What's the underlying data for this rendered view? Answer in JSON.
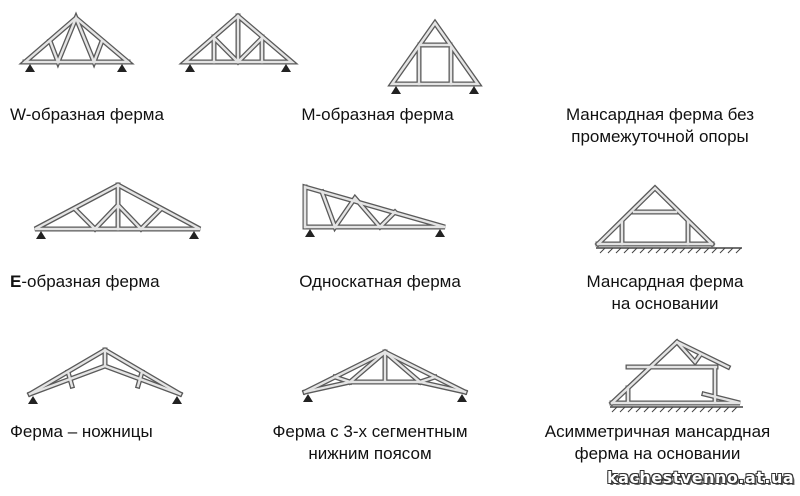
{
  "trusses": [
    {
      "id": "w",
      "label": [
        "W-образная ферма"
      ]
    },
    {
      "id": "m",
      "label": [
        "М-образная ферма"
      ]
    },
    {
      "id": "mansard-no-support",
      "label": [
        "Мансардная ферма без",
        "промежуточной опоры"
      ]
    },
    {
      "id": "e",
      "label_bold": "Е",
      "label": [
        "-образная ферма"
      ]
    },
    {
      "id": "mono",
      "label": [
        "Односкатная ферма"
      ]
    },
    {
      "id": "mansard-base",
      "label": [
        "Мансардная ферма",
        "на основании"
      ]
    },
    {
      "id": "scissors",
      "label": [
        "Ферма – ножницы"
      ]
    },
    {
      "id": "three-segment",
      "label": [
        "Ферма с 3-х сегментным",
        "нижним поясом"
      ]
    },
    {
      "id": "asym-mansard",
      "label": [
        "Асимметричная мансардная",
        "ферма на основании"
      ]
    }
  ],
  "watermark": "kachestvenno.at.ua"
}
